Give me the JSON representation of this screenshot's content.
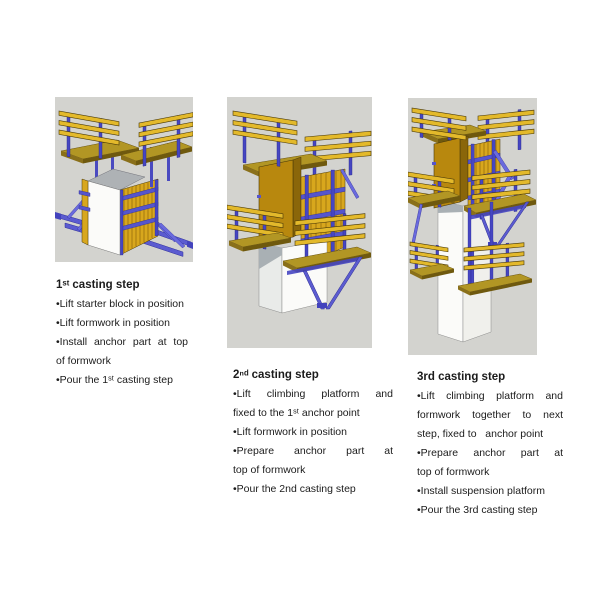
{
  "document_title": "Climbing formwork casting sequence",
  "palette": {
    "panel_background": "#d3d3cf",
    "concrete_white": "#fbfbf9",
    "concrete_shade": "#f0f0ec",
    "concrete_shadow": "#a9b0b4",
    "timber_yellow": "#e3b92b",
    "formwork_ochre": "#b8880e",
    "formwork_face": "#d8a71d",
    "deck_brown": "#b29624",
    "steel_blue": "#5b5bd0",
    "steel_blue_dark": "#2c2c92",
    "text_color": "#1b1b1b"
  },
  "panels": [
    {
      "title": "1ˢᵗ casting step",
      "illustration": "formwork-step-1",
      "bullets": [
        {
          "lines": [
            {
              "text": "•Lift starter block in position"
            }
          ]
        },
        {
          "lines": [
            {
              "text": "•Lift formwork in position"
            }
          ]
        },
        {
          "lines": [
            {
              "text": "•Install anchor part at top",
              "fill": true
            },
            {
              "text": "of formwork"
            }
          ]
        },
        {
          "lines": [
            {
              "text": "•Pour the 1ˢᵗ casting step"
            }
          ]
        }
      ]
    },
    {
      "title": "2ⁿᵈ casting step",
      "illustration": "formwork-step-2",
      "bullets": [
        {
          "lines": [
            {
              "text": "•Lift climbing platform and",
              "fill": true
            },
            {
              "text": "fixed to the 1ˢᵗ anchor point"
            }
          ]
        },
        {
          "lines": [
            {
              "text": "•Lift formwork in position"
            }
          ]
        },
        {
          "lines": [
            {
              "text": "•Prepare anchor part at",
              "fill": true
            },
            {
              "text": "top of formwork"
            }
          ]
        },
        {
          "lines": [
            {
              "text": "•Pour the 2nd casting step"
            }
          ]
        }
      ]
    },
    {
      "title": "3rd casting step",
      "illustration": "formwork-step-3",
      "bullets": [
        {
          "lines": [
            {
              "text": "•Lift climbing platform and",
              "fill": true
            },
            {
              "text": "formwork together to next",
              "fill": true
            },
            {
              "text": "step, fixed to   anchor point"
            }
          ]
        },
        {
          "lines": [
            {
              "text": "•Prepare anchor part at",
              "fill": true
            },
            {
              "text": "top of formwork"
            }
          ]
        },
        {
          "lines": [
            {
              "text": "•Install suspension platform"
            }
          ]
        },
        {
          "lines": [
            {
              "text": "•Pour the 3rd casting step"
            }
          ]
        }
      ]
    }
  ]
}
